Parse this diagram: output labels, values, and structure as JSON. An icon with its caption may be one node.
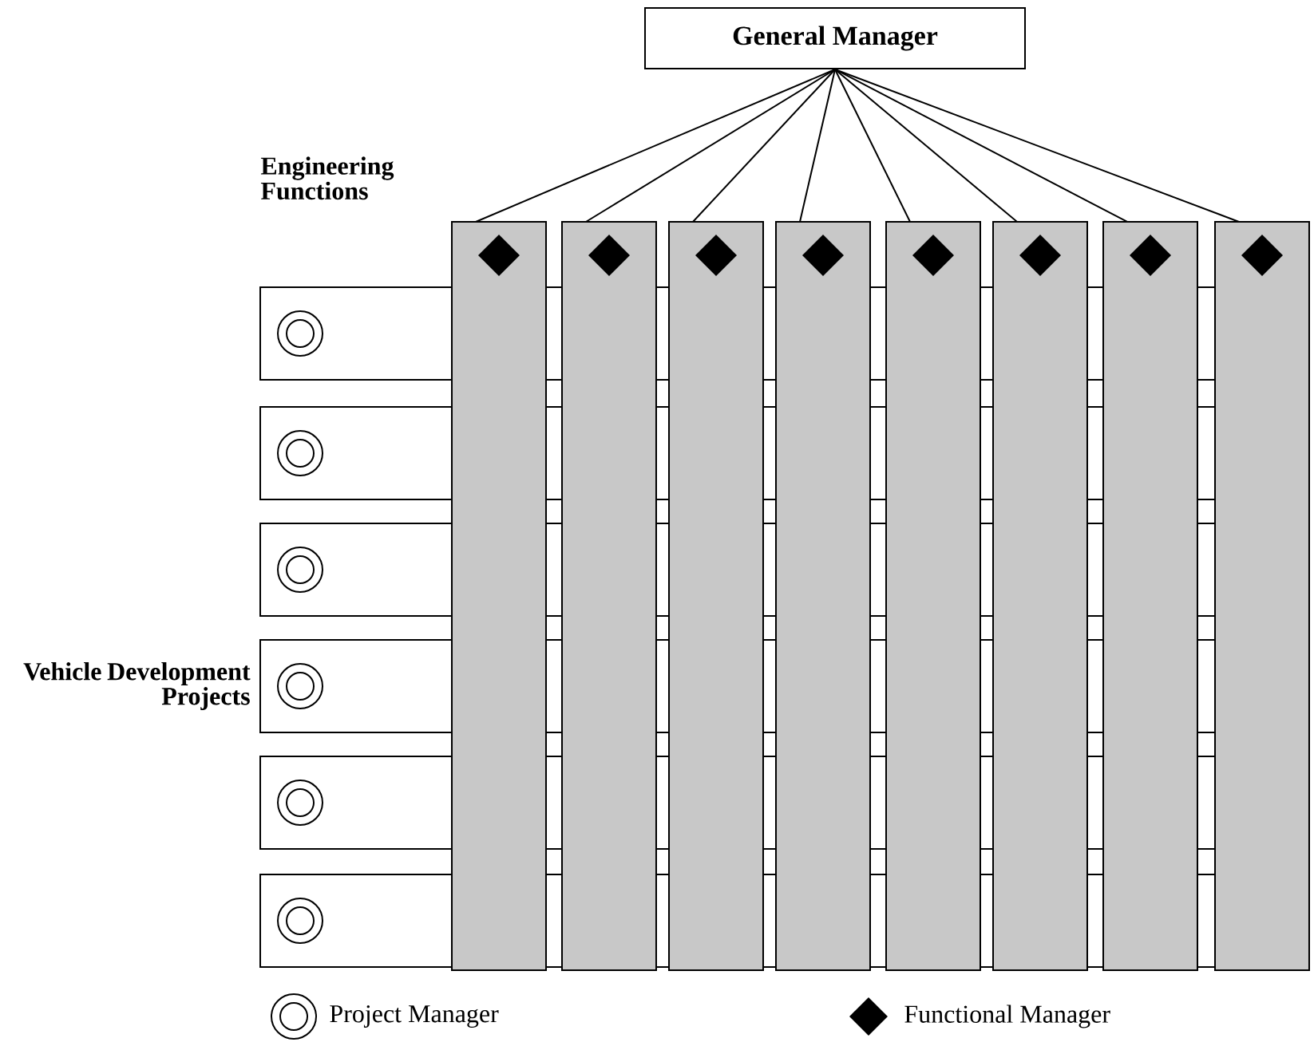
{
  "diagram": {
    "nodes": [
      {
        "text": [
          "General Manager"
        ]
      },
      {
        "text": [],
        "shape": "bar"
      },
      {
        "text": [],
        "shape": "bar"
      },
      {
        "text": [],
        "shape": "bar"
      },
      {
        "text": [],
        "shape": "bar"
      },
      {
        "text": [],
        "shape": "bar"
      },
      {
        "text": [],
        "shape": "bar"
      },
      {
        "text": [],
        "shape": "bar"
      },
      {
        "text": [],
        "shape": "bar"
      },
      {
        "text": [],
        "shape": "box"
      },
      {
        "text": [],
        "shape": "box"
      },
      {
        "text": [],
        "shape": "box"
      },
      {
        "text": [],
        "shape": "box"
      },
      {
        "text": [],
        "shape": "box"
      },
      {
        "text": [],
        "shape": "box"
      }
    ],
    "edges": [
      {
        "from": 0,
        "to": 1,
        "arrow": "none"
      },
      {
        "from": 0,
        "to": 2,
        "arrow": "none"
      },
      {
        "from": 0,
        "to": 3,
        "arrow": "none"
      },
      {
        "from": 0,
        "to": 4,
        "arrow": "none"
      },
      {
        "from": 0,
        "to": 5,
        "arrow": "none"
      },
      {
        "from": 0,
        "to": 6,
        "arrow": "none"
      },
      {
        "from": 0,
        "to": 7,
        "arrow": "none"
      },
      {
        "from": 0,
        "to": 8,
        "arrow": "none"
      }
    ],
    "labels": [
      "Engineering Functions",
      "Vehicle Development Projects"
    ],
    "legend": [
      {
        "text": "Project Manager"
      },
      {
        "text": "Functional Manager"
      }
    ]
  }
}
